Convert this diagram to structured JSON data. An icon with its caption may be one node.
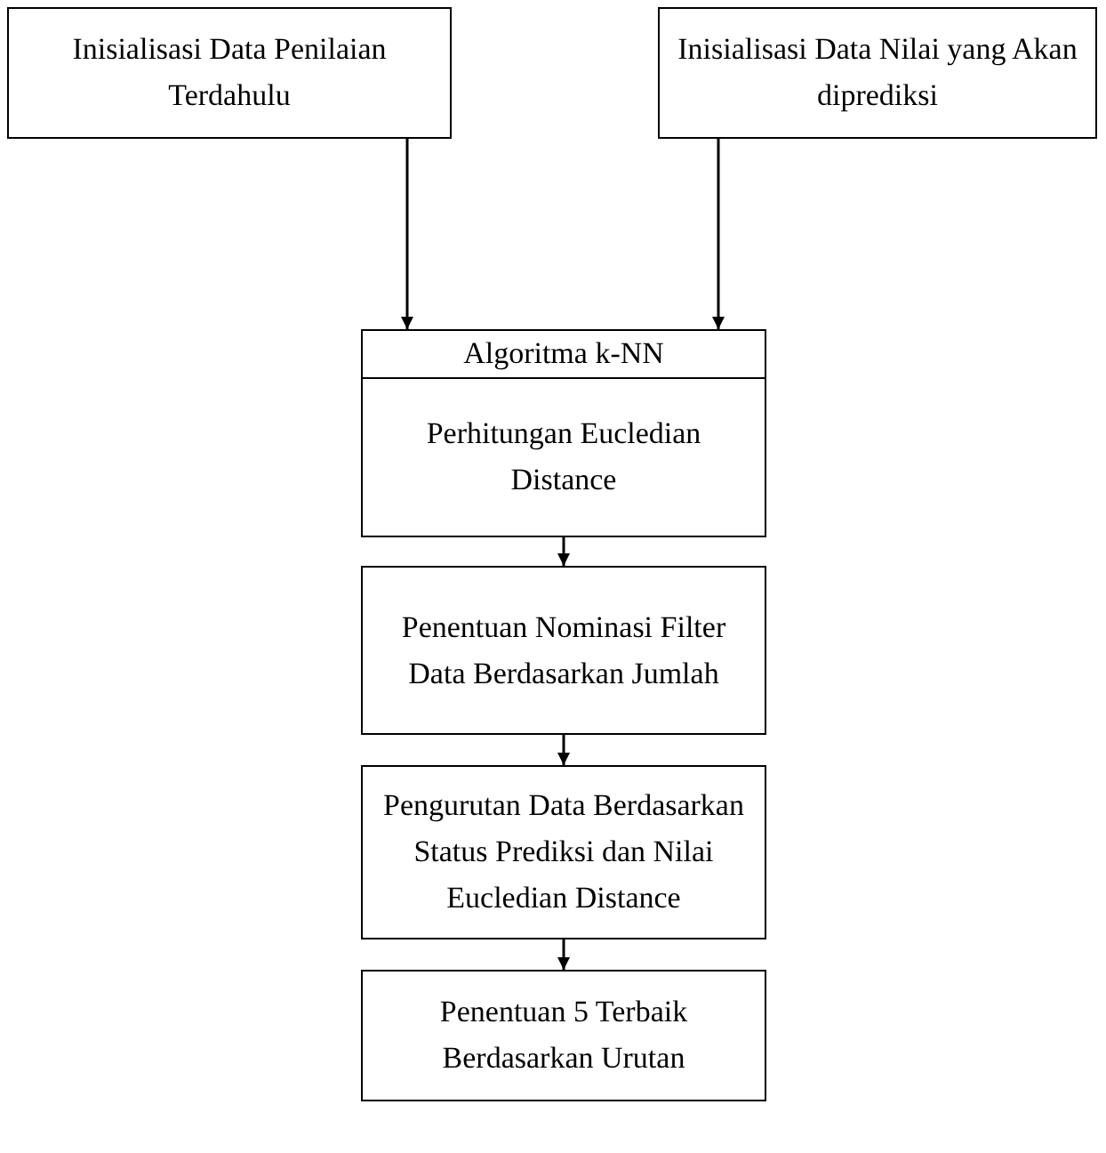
{
  "diagram": {
    "nodes": [
      {
        "text": [
          "Inisialisasi Data Penilaian Terdahulu"
        ]
      },
      {
        "text": [
          "Inisialisasi Data Nilai yang Akan diprediksi"
        ]
      },
      {
        "text": [
          "Algoritma k-NN"
        ]
      },
      {
        "text": [
          "Perhitungan Eucledian Distance"
        ],
        "in": 2
      },
      {
        "text": [
          "Penentuan Nominasi Filter Data Berdasarkan Jumlah"
        ]
      },
      {
        "text": [
          "Pengurutan Data Berdasarkan Status Prediksi dan Nilai Eucledian Distance"
        ]
      },
      {
        "text": [
          "Penentuan 5 Terbaik Berdasarkan Urutan"
        ]
      }
    ],
    "edges": [
      {
        "from": 0,
        "to": 2,
        "arrow": "to"
      },
      {
        "from": 1,
        "to": 2,
        "arrow": "to"
      },
      {
        "from": 3,
        "to": 4,
        "arrow": "to"
      },
      {
        "from": 4,
        "to": 5,
        "arrow": "to"
      },
      {
        "from": 5,
        "to": 6,
        "arrow": "to"
      }
    ]
  }
}
